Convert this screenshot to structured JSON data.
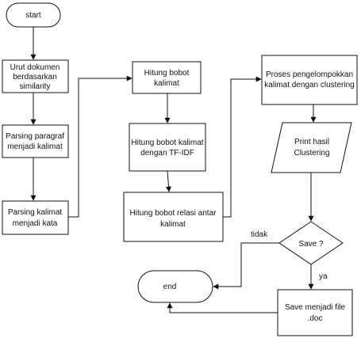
{
  "diagram": {
    "start": "start",
    "end": "end",
    "urut": [
      "Urut dokumen",
      "berdasarkan",
      "similarity"
    ],
    "parsing_paragraf": [
      "Parsing paragraf",
      "menjadi kalimat"
    ],
    "parsing_kalimat": [
      "Parsing kalimat",
      "menjadi kata"
    ],
    "hitung_bobot_kalimat": [
      "Hitung bobot",
      "kalimat"
    ],
    "hitung_tfidf": [
      "Hitung bobot kalimat",
      "dengan TF-IDF"
    ],
    "hitung_relasi": [
      "Hitung bobot relasi antar",
      "kalimat"
    ],
    "proses_clustering": [
      "Proses pengelompokkan",
      "kalimat dengan clustering"
    ],
    "print_hasil": [
      "Print hasil",
      "Clustering"
    ],
    "decision": "Save ?",
    "label_tidak": "tidak",
    "label_ya": "ya",
    "save_file": [
      "Save menjadi file",
      ".doc"
    ]
  }
}
